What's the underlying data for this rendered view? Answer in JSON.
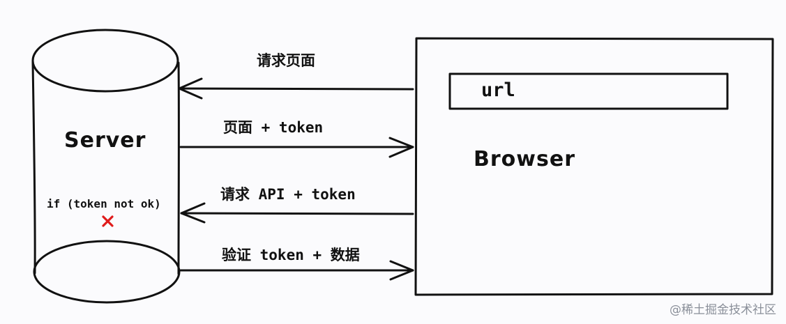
{
  "diagram": {
    "server": {
      "label": "Server",
      "condition": "if (token not ok)",
      "fail_icon": "red-x-icon"
    },
    "browser": {
      "label": "Browser",
      "url_bar_text": "url"
    },
    "arrows": [
      {
        "label": "请求页面",
        "direction": "browser-to-server"
      },
      {
        "label": "页面 + token",
        "direction": "server-to-browser"
      },
      {
        "label": "请求 API + token",
        "direction": "browser-to-server"
      },
      {
        "label": "验证 token + 数据",
        "direction": "server-to-browser"
      }
    ]
  },
  "watermark": "@稀土掘金技术社区",
  "colors": {
    "stroke": "#111111",
    "fail": "#e01b1b",
    "background": "#fbfbfd"
  }
}
